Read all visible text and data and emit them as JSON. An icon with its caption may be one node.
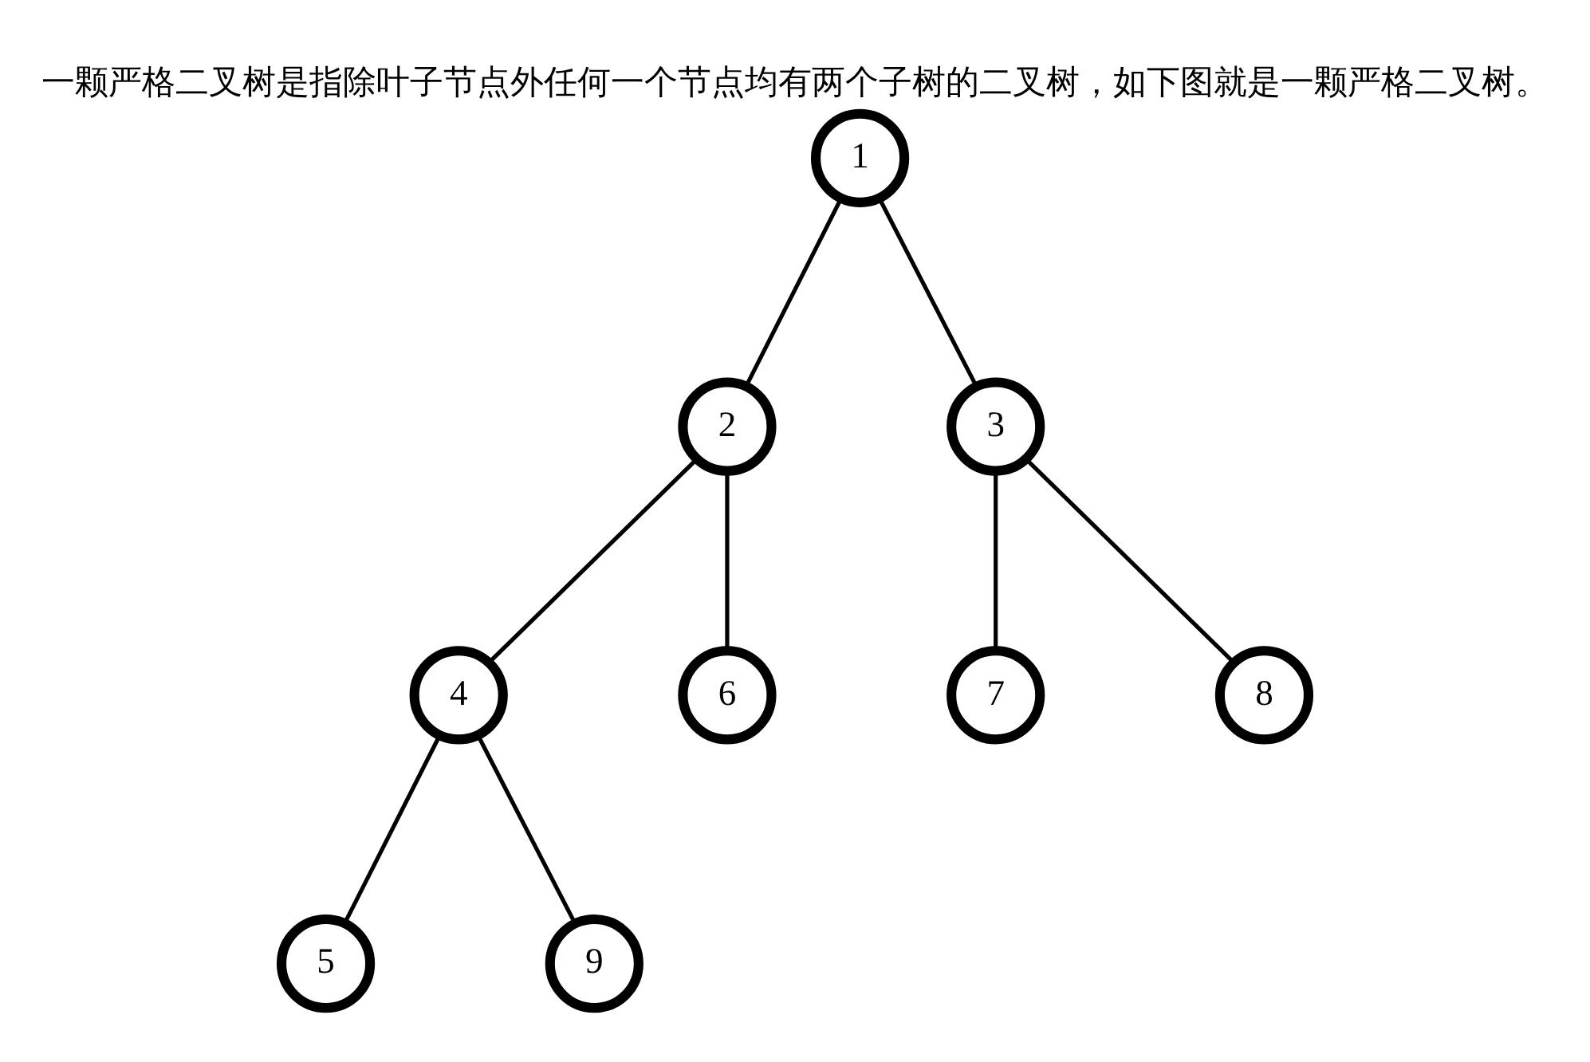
{
  "diagram": {
    "title": "一颗严格二叉树是指除叶子节点外任何一个节点均有两个子树的二叉树，如下图就是一颗严格二叉树。",
    "nodes": [
      {
        "text": [
          "1"
        ]
      },
      {
        "text": [
          "2"
        ]
      },
      {
        "text": [
          "3"
        ]
      },
      {
        "text": [
          "4"
        ]
      },
      {
        "text": [
          "6"
        ]
      },
      {
        "text": [
          "7"
        ]
      },
      {
        "text": [
          "8"
        ]
      },
      {
        "text": [
          "5"
        ]
      },
      {
        "text": [
          "9"
        ]
      }
    ],
    "edges": [
      {
        "from": 0,
        "to": 1,
        "arrow": "none"
      },
      {
        "from": 0,
        "to": 2,
        "arrow": "none"
      },
      {
        "from": 1,
        "to": 3,
        "arrow": "none"
      },
      {
        "from": 1,
        "to": 4,
        "arrow": "none"
      },
      {
        "from": 2,
        "to": 5,
        "arrow": "none"
      },
      {
        "from": 2,
        "to": 6,
        "arrow": "none"
      },
      {
        "from": 3,
        "to": 7,
        "arrow": "none"
      },
      {
        "from": 3,
        "to": 8,
        "arrow": "none"
      }
    ]
  }
}
